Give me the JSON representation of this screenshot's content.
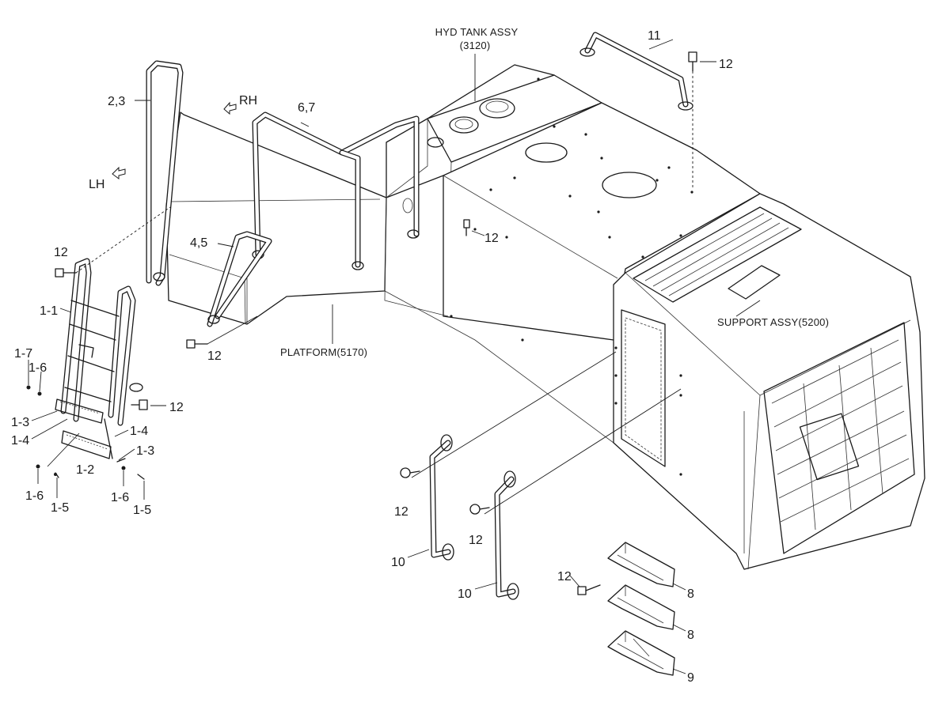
{
  "assemblies": {
    "hyd_tank": "HYD TANK ASSY",
    "hyd_tank_code": "(3120)",
    "support": "SUPPORT ASSY(5200)",
    "platform": "PLATFORM(5170)"
  },
  "directions": {
    "rh": "RH",
    "lh": "LH"
  },
  "callouts": {
    "c_2_3": "2,3",
    "c_6_7": "6,7",
    "c_4_5": "4,5",
    "c_11": "11",
    "c_12_top": "12",
    "c_12_mid": "12",
    "c_12_ladder_top": "12",
    "c_12_platform": "12",
    "c_12_ladder_side": "12",
    "c_12_h1": "12",
    "c_12_h2": "12",
    "c_12_steps": "12",
    "c_1_1": "1-1",
    "c_1_7": "1-7",
    "c_1_6_a": "1-6",
    "c_1_3_a": "1-3",
    "c_1_4_a": "1-4",
    "c_1_4_b": "1-4",
    "c_1_3_b": "1-3",
    "c_1_2": "1-2",
    "c_1_6_b": "1-6",
    "c_1_5_a": "1-5",
    "c_1_6_c": "1-6",
    "c_1_5_b": "1-5",
    "c_10_a": "10",
    "c_10_b": "10",
    "c_8_a": "8",
    "c_8_b": "8",
    "c_9": "9"
  }
}
